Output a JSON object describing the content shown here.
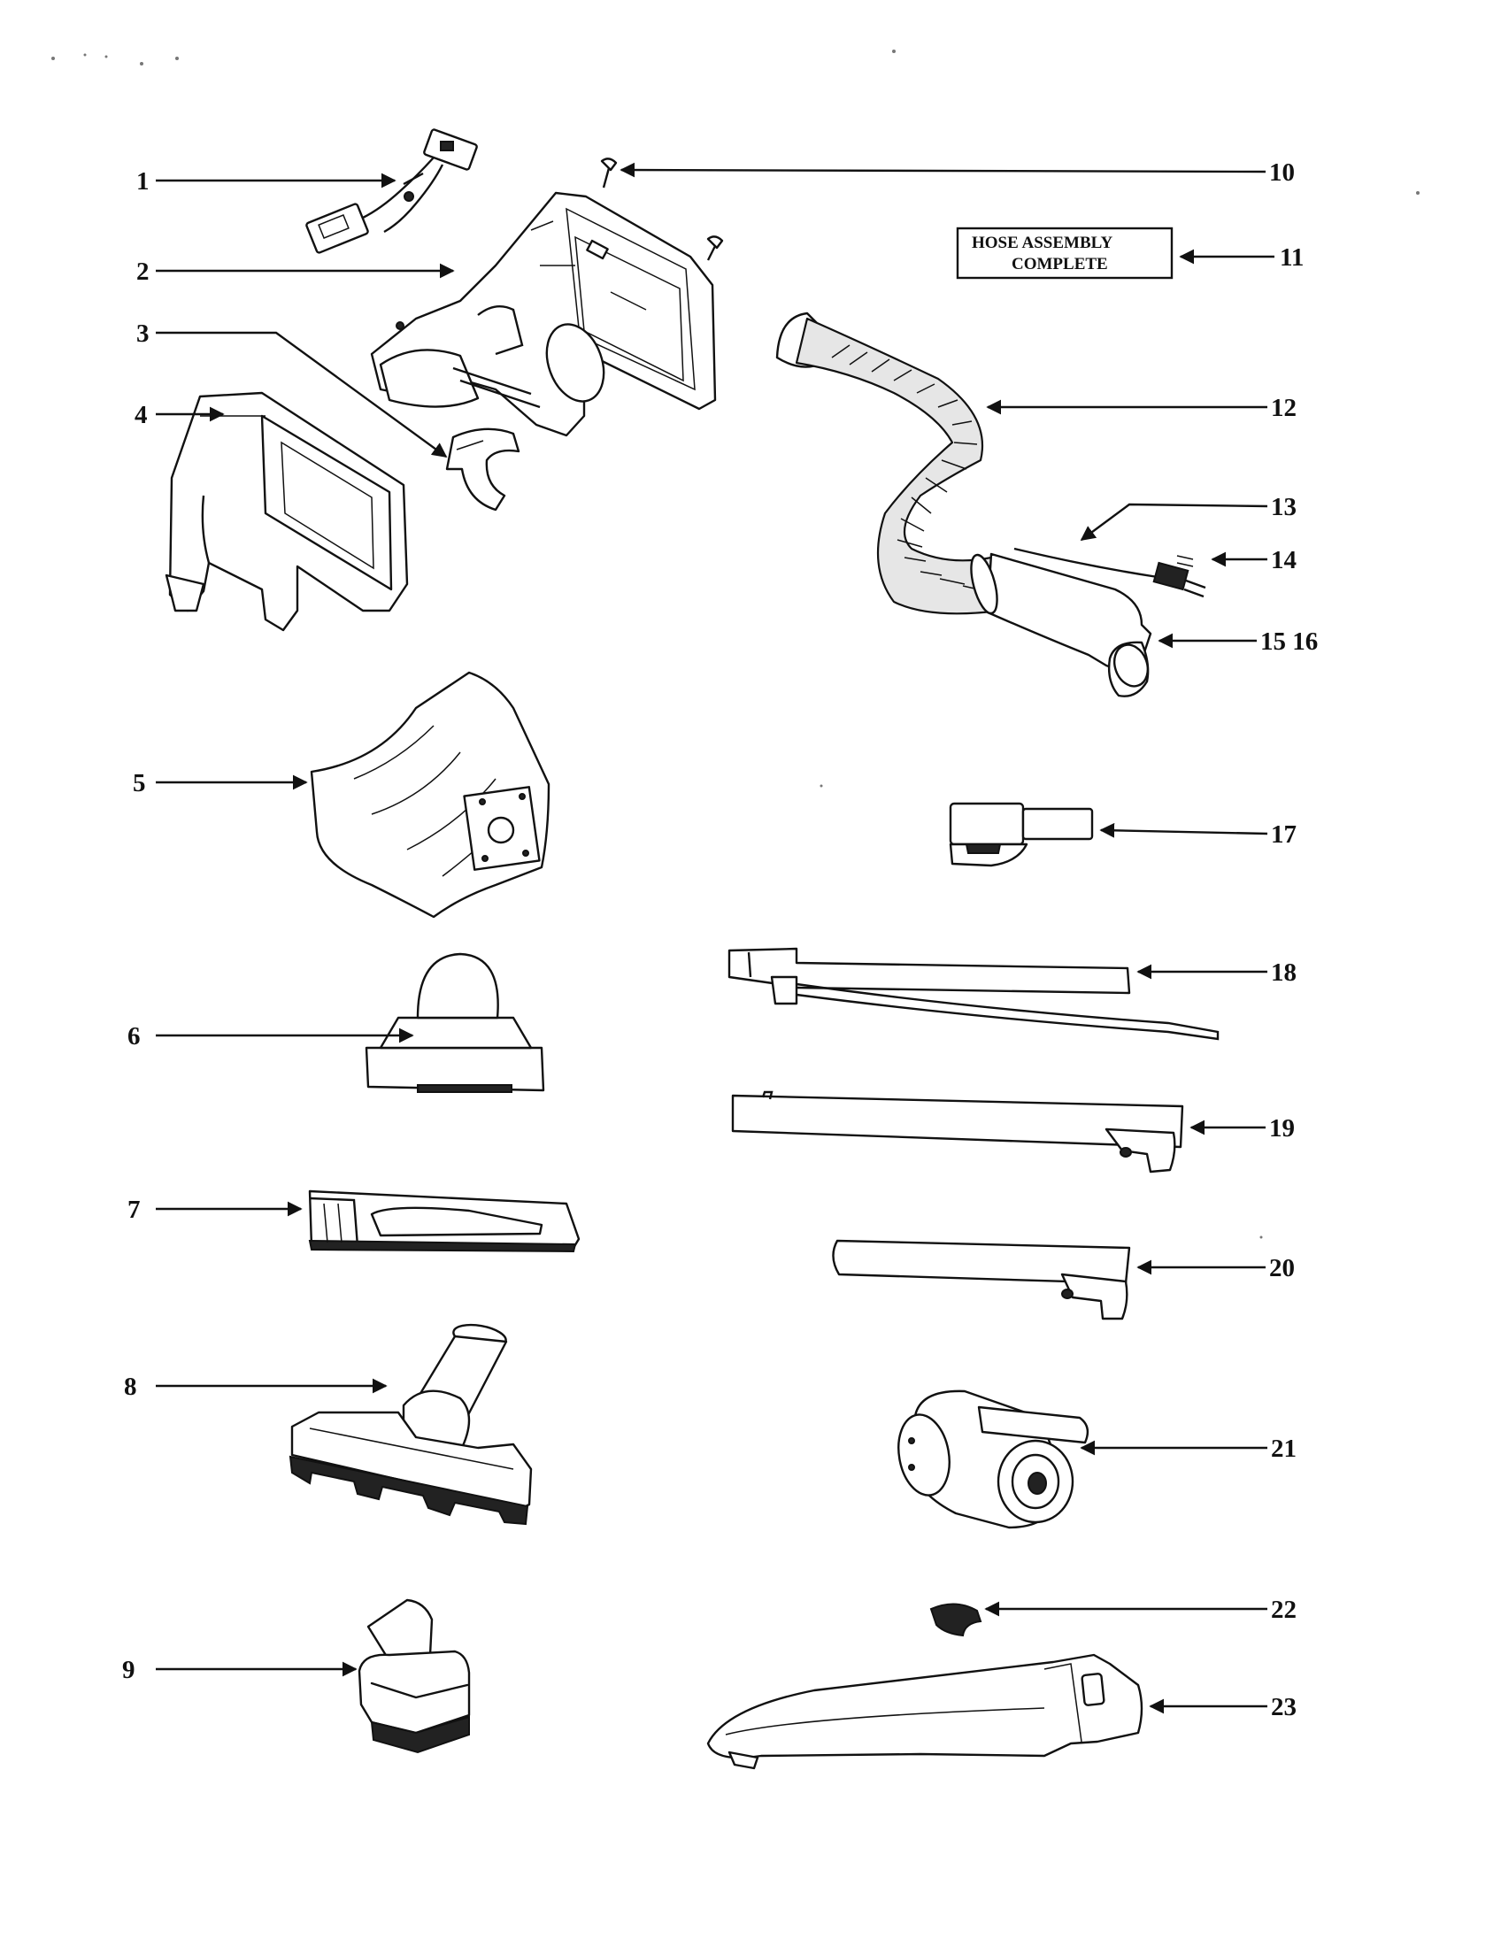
{
  "diagram": {
    "callouts": [
      {
        "id": "c1",
        "label": "1"
      },
      {
        "id": "c2",
        "label": "2"
      },
      {
        "id": "c3",
        "label": "3"
      },
      {
        "id": "c4",
        "label": "4"
      },
      {
        "id": "c5",
        "label": "5"
      },
      {
        "id": "c6",
        "label": "6"
      },
      {
        "id": "c7",
        "label": "7"
      },
      {
        "id": "c8",
        "label": "8"
      },
      {
        "id": "c9",
        "label": "9"
      },
      {
        "id": "c10",
        "label": "10"
      },
      {
        "id": "c11",
        "label": "11"
      },
      {
        "id": "c12",
        "label": "12"
      },
      {
        "id": "c13",
        "label": "13"
      },
      {
        "id": "c14",
        "label": "14"
      },
      {
        "id": "c15",
        "label": "15 16"
      },
      {
        "id": "c17",
        "label": "17"
      },
      {
        "id": "c18",
        "label": "18"
      },
      {
        "id": "c19",
        "label": "19"
      },
      {
        "id": "c20",
        "label": "20"
      },
      {
        "id": "c21",
        "label": "21"
      },
      {
        "id": "c22",
        "label": "22"
      },
      {
        "id": "c23",
        "label": "23"
      }
    ],
    "hose_box": {
      "line1": "HOSE ASSEMBLY",
      "line2": "COMPLETE"
    }
  }
}
